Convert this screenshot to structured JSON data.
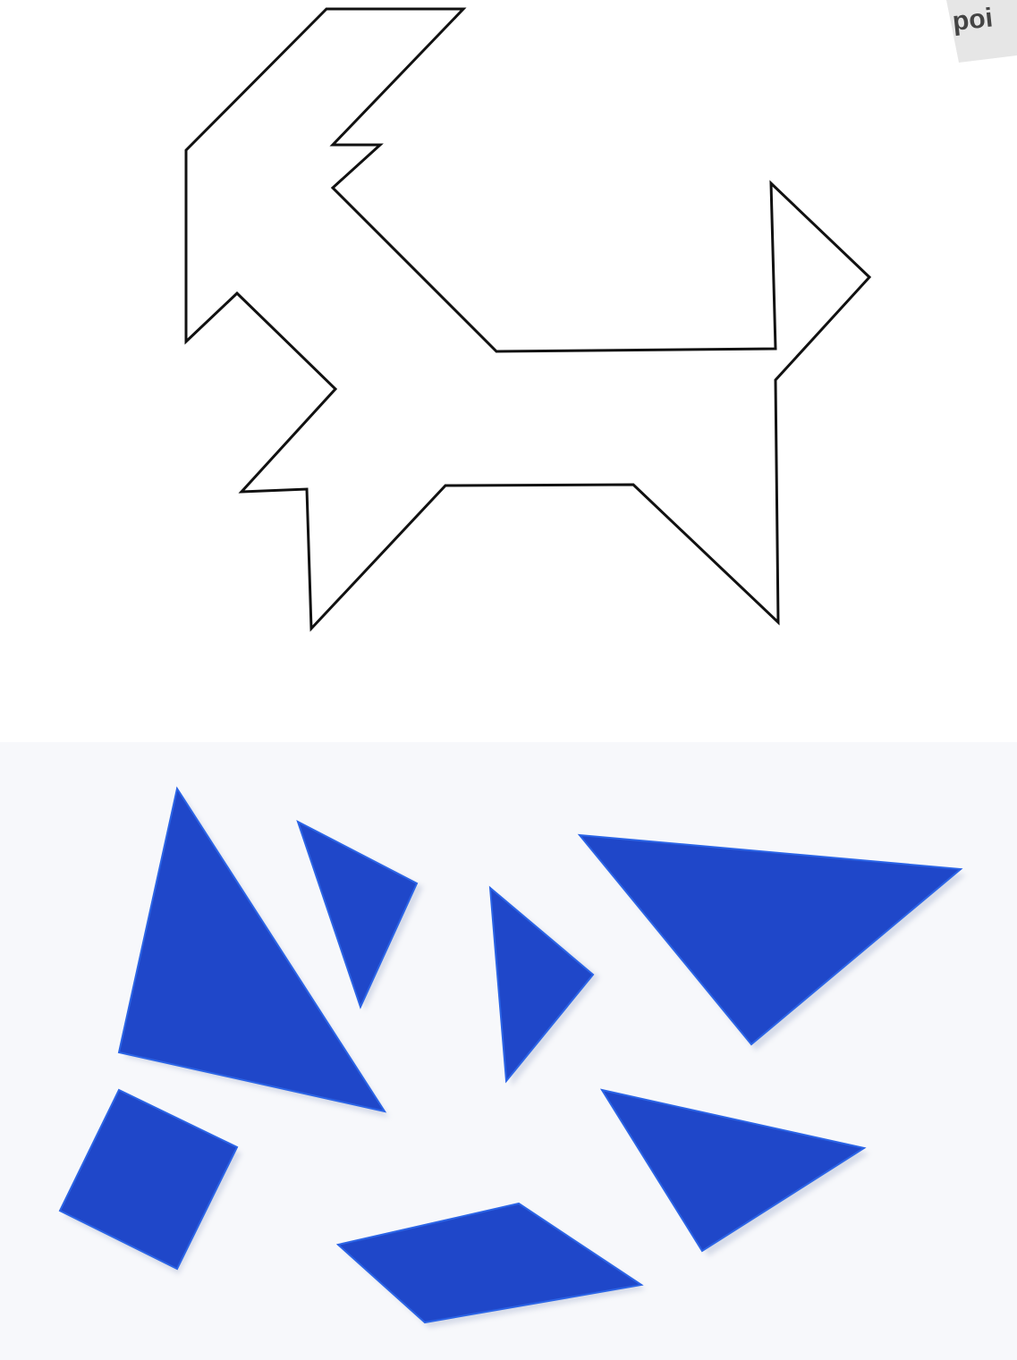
{
  "corner_tag": {
    "text": "poi",
    "paper_color": "#e6e6e6",
    "ink_color": "#444444"
  },
  "colors": {
    "background": "#ffffff",
    "lower_background": "#f7f8fb",
    "outline": "#111111",
    "tile_blue": "#1f47c9",
    "tile_edge": "#2b64e6",
    "tile_shadow": "#9aa6c6"
  },
  "tangram": {
    "outline_figure": "goat-silhouette",
    "pieces": [
      "large-triangle",
      "large-triangle",
      "medium-triangle",
      "small-triangle",
      "small-triangle",
      "square",
      "parallelogram"
    ]
  }
}
